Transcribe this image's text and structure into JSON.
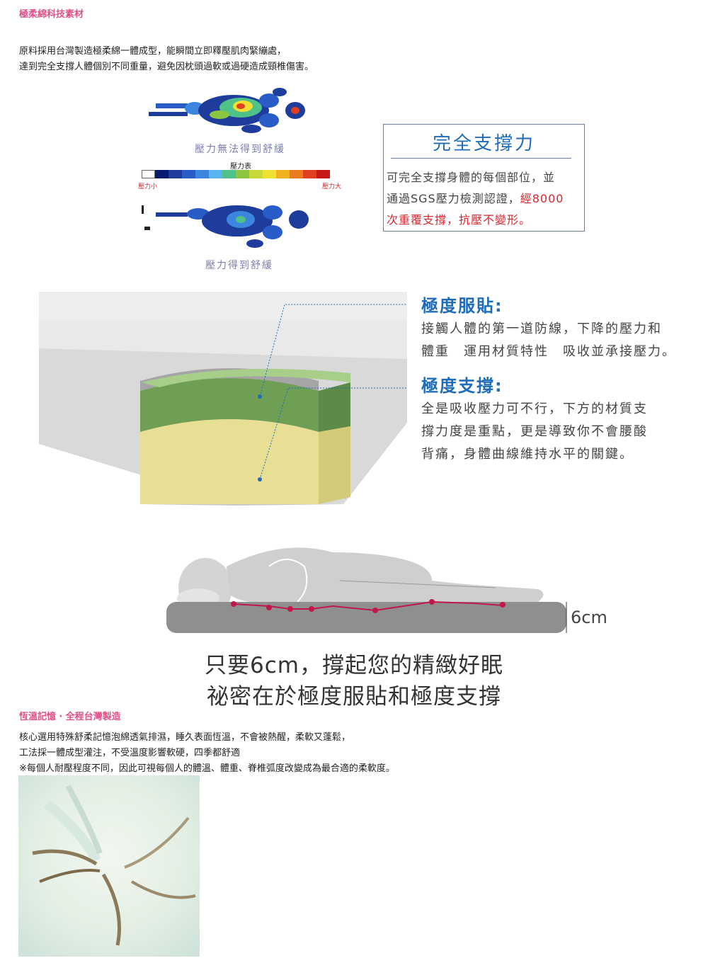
{
  "section1": {
    "heading": "極柔綿科技素材",
    "lines": [
      "原料採用台灣製造極柔綿一體成型，能瞬間立即釋壓肌肉緊繃處，",
      "達到完全支撐人體個別不同重量，避免因枕頭過軟或過硬造成頸椎傷害。"
    ]
  },
  "pressure": {
    "caption_bad": "壓力無法得到舒緩",
    "legend_title": "壓力表",
    "legend_low": "壓力小",
    "legend_high": "壓力大",
    "legend_colors": [
      "#ffffff",
      "#0a1a6e",
      "#1e3c9c",
      "#2a5cc8",
      "#3c86e0",
      "#58b4ee",
      "#4fc28a",
      "#8cc640",
      "#c8d838",
      "#f0e030",
      "#f0b020",
      "#ec7a20",
      "#e04020",
      "#c81818"
    ],
    "caption_good": "壓力得到舒緩"
  },
  "support_box": {
    "title": "完全支撐力",
    "lines": [
      "可完全支撐身體的每個部位，並",
      "通過SGS壓力檢測認證，",
      "次重覆支撐，抗壓不變形。"
    ],
    "red_part": "經8000"
  },
  "layers": {
    "top_title": "極度服貼:",
    "top_lines": [
      "接觸人體的第一道防線，下降的壓力和",
      "體重　運用材質特性　吸收並承接壓力。"
    ],
    "bottom_title": "極度支撐:",
    "bottom_lines": [
      "全是吸收壓力可不行，下方的材質支",
      "撐力度是重點，更是導致你不會腰酸",
      "背痛，身體曲線維持水平的關鍵。"
    ]
  },
  "sleeper": {
    "thickness": "6cm",
    "slogan_lines": [
      "只要6cm，撐起您的精緻好眠",
      "祕密在於極度服貼和極度支撐"
    ]
  },
  "section2": {
    "heading": "恆溫記憶 ‧ 全程台灣製造",
    "lines": [
      "核心選用特殊舒柔記憶泡綿透氣排濕，睡久表面恆溫，不會被熱醒，柔軟又蓬鬆，",
      "工法採一體成型灌注，不受溫度影響軟硬，四季都舒適",
      "※每個人耐壓程度不同，因此可視每個人的體溫、體重、脊椎弧度改變成為最合適的柔軟度。"
    ]
  }
}
